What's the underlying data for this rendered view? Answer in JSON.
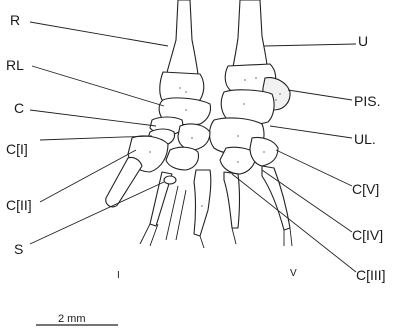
{
  "labels": {
    "radius": "R",
    "radiale": "RL",
    "centrale": "C",
    "carpal_1": "C[I]",
    "carpal_2": "C[II]",
    "sesamoid": "S",
    "ulna": "U",
    "pisiform": "PIS.",
    "ulnare": "UL.",
    "carpal_5": "C[V]",
    "carpal_4": "C[IV]",
    "carpal_3": "C[III]"
  },
  "digits": {
    "first": "I",
    "fifth": "V"
  },
  "scale_bar": {
    "label": "2 mm"
  }
}
